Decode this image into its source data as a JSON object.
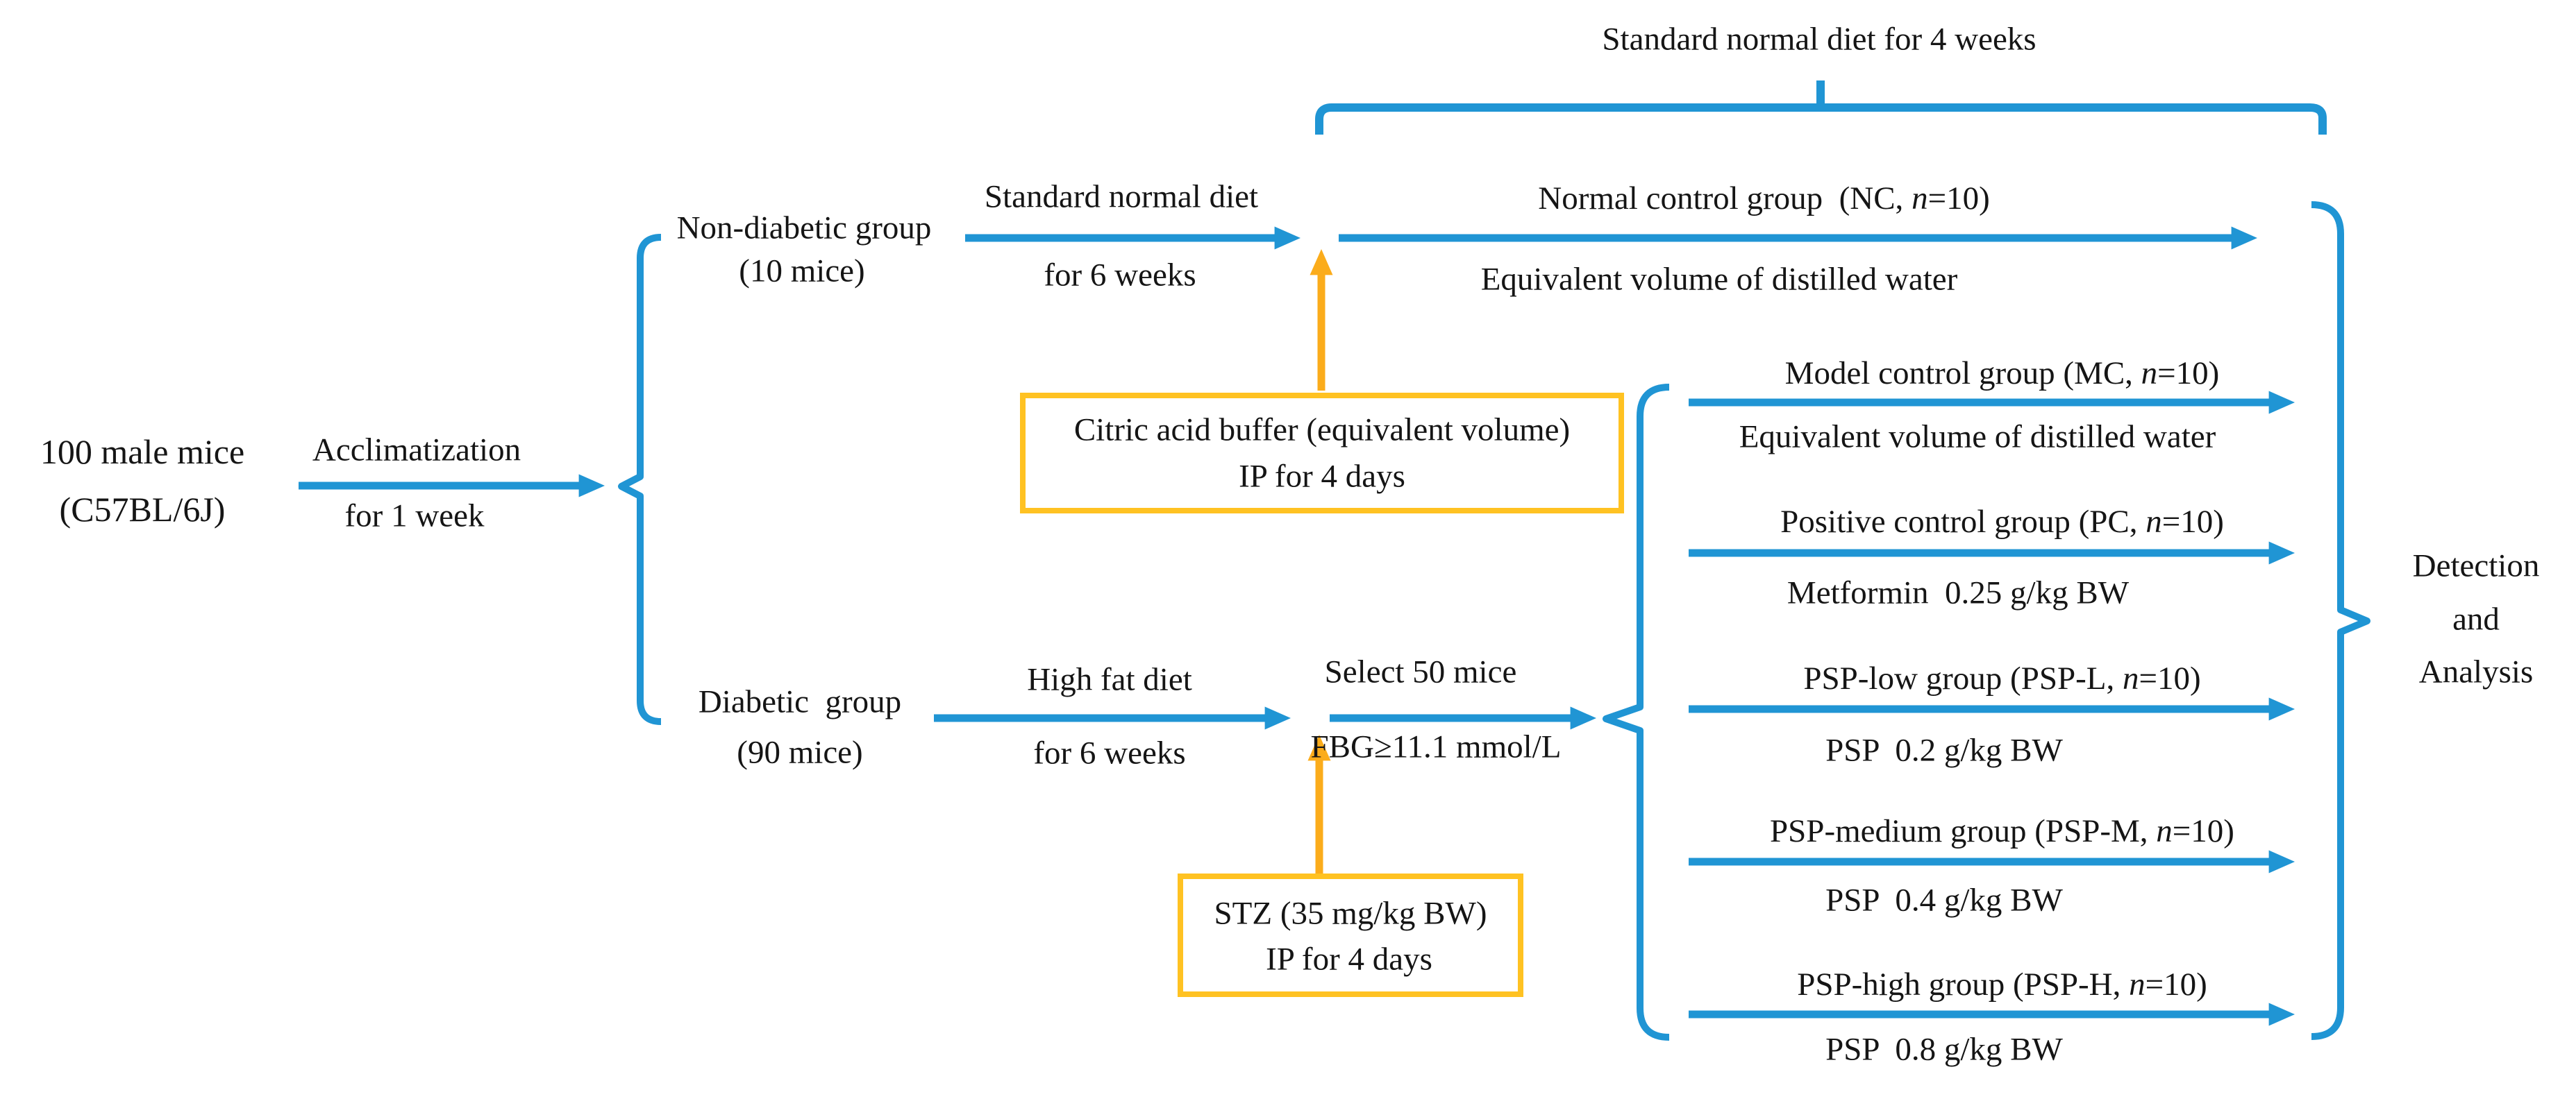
{
  "colors": {
    "accent_blue": "#2095D4",
    "accent_orange": "#FBAC1B",
    "box_border_gold": "#FFC222",
    "text": "#151515"
  },
  "top_bracket": {
    "label": "Standard normal diet for 4 weeks"
  },
  "start": {
    "line1": "100 male mice",
    "line2": "(C57BL/6J)",
    "arrow_label_top": "Acclimatization",
    "arrow_label_bottom": "for 1 week"
  },
  "nondiabetic": {
    "line1": "Non-diabetic group",
    "line2": "(10 mice)",
    "arrow_label_top": "Standard normal diet",
    "arrow_label_bottom": "for 6 weeks"
  },
  "diabetic": {
    "line1": "Diabetic  group",
    "line2": "(90 mice)",
    "arrow_label_top": "High fat diet",
    "arrow_label_bottom": "for 6 weeks",
    "select_top": "Select 50 mice",
    "select_bottom": "FBG≥11.1 mmol/L"
  },
  "boxes": {
    "citric": {
      "line1": "Citric acid buffer (equivalent volume)",
      "line2": "IP for 4 days"
    },
    "stz": {
      "line1": "STZ (35 mg/kg BW)",
      "line2": "IP for 4 days"
    }
  },
  "nc_group": {
    "prefix": "Normal control group  (NC, ",
    "n": "n",
    "suffix": "=10)",
    "sub": "Equivalent volume of distilled water"
  },
  "groups": [
    {
      "prefix": "Model control group (MC, ",
      "n": "n",
      "suffix": "=10)",
      "sub": "Equivalent volume of distilled water"
    },
    {
      "prefix": "Positive control group (PC, ",
      "n": "n",
      "suffix": "=10)",
      "sub": "Metformin  0.25 g/kg BW"
    },
    {
      "prefix": "PSP-low group (PSP-L, ",
      "n": "n",
      "suffix": "=10)",
      "sub": "PSP  0.2 g/kg BW"
    },
    {
      "prefix": "PSP-medium group (PSP-M, ",
      "n": "n",
      "suffix": "=10)",
      "sub": "PSP  0.4 g/kg BW"
    },
    {
      "prefix": "PSP-high group (PSP-H, ",
      "n": "n",
      "suffix": "=10)",
      "sub": "PSP  0.8 g/kg BW"
    }
  ],
  "outcome": {
    "line1": "Detection",
    "line2": "and",
    "line3": "Analysis"
  }
}
